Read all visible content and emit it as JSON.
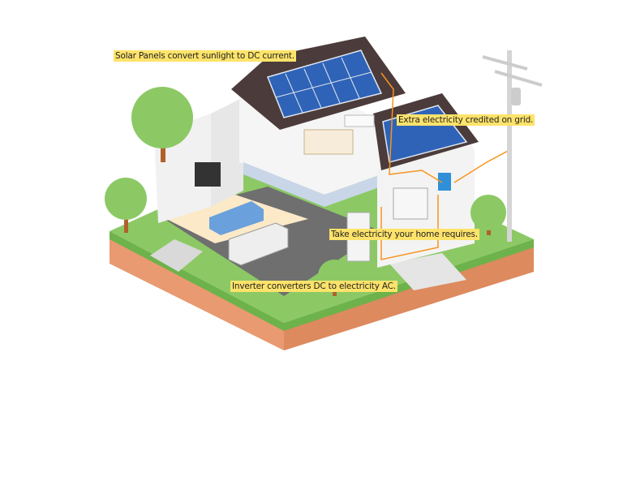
{
  "labels": {
    "solar_panels": "Solar Panels convert sunlight to DC current.",
    "grid": "Extra electricity credited on grid.",
    "home": "Take electricity your home requires.",
    "inverter": "Inverter converters DC to electricity AC."
  },
  "colors": {
    "label_bg": "#fde36a",
    "grass": "#8cc965",
    "soil": "#e99a70",
    "roof": "#4b3b3b",
    "panel": "#2f63b8",
    "wire": "#f7941d"
  }
}
